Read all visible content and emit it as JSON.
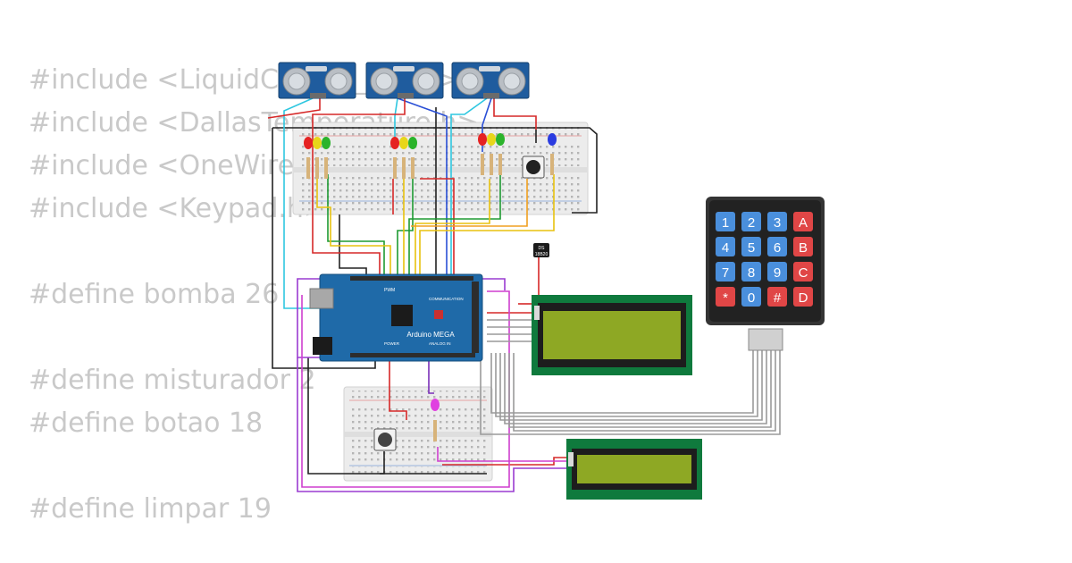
{
  "code_lines": [
    "#include <LiquidCrystal_I2C.h>",
    "#include <DallasTemperature.h>",
    "#include <OneWire.h>",
    "#include <Keypad.h>",
    "",
    "#define bomba 26",
    "",
    "#define misturador 2",
    "#define botao 18",
    "",
    "#define limpar 19"
  ],
  "arduino": {
    "title": "Arduino MEGA",
    "communication": "COMMUNICATION",
    "analog_in": "ANALOG IN",
    "pwm": "PWM",
    "power": "POWER"
  },
  "sensor": {
    "line1": "DS",
    "line2": "18B20"
  },
  "keypad": {
    "keys": [
      "1",
      "2",
      "3",
      "A",
      "4",
      "5",
      "6",
      "B",
      "7",
      "8",
      "9",
      "C",
      "*",
      "0",
      "#",
      "D"
    ]
  },
  "colors": {
    "board_blue": "#1f6aa8",
    "lcd_green": "#0f7a3d",
    "lcd_screen": "#8ea824",
    "key_blue": "#4a8fdc",
    "key_red": "#e04646",
    "sensor_blue": "#2c5b9a"
  }
}
